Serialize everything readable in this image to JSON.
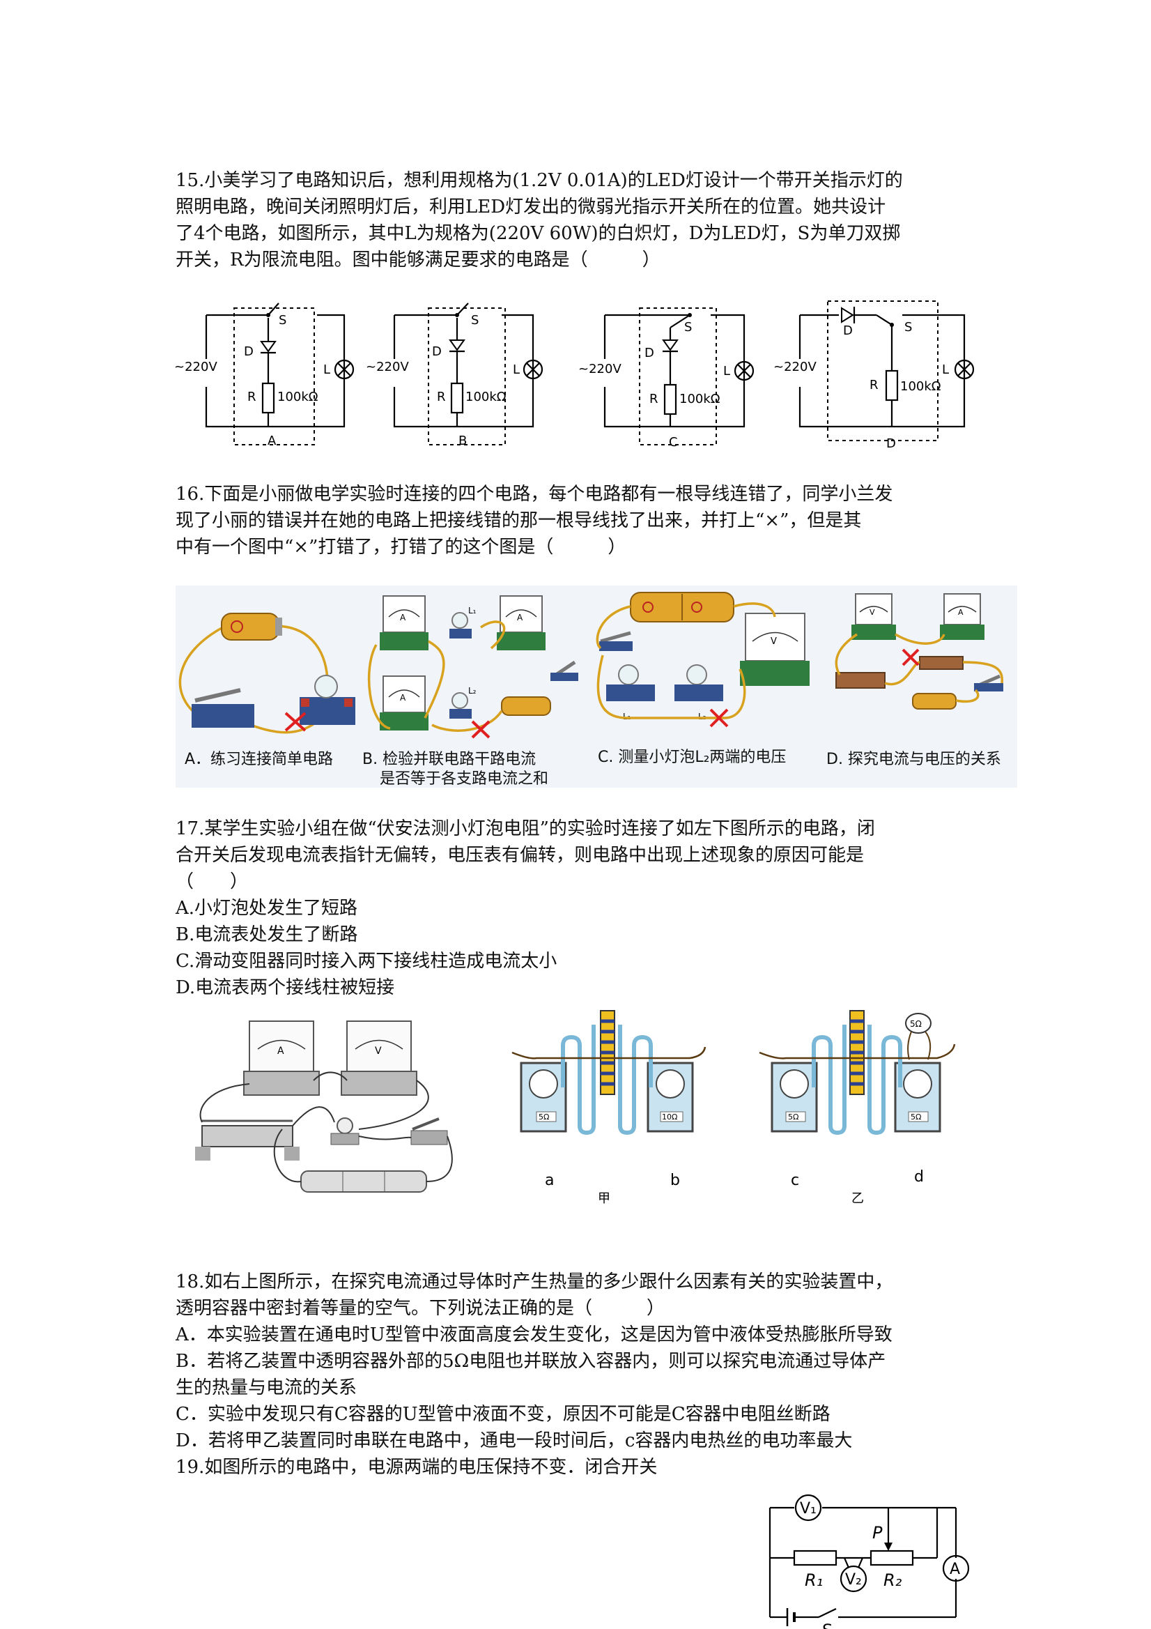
{
  "q15": {
    "lines": [
      "15.小美学习了电路知识后，想利用规格为(1.2V 0.01A)的LED灯设计一个带开关指示灯的",
      "照明电路，晚间关闭照明灯后，利用LED灯发出的微弱光指示开关所在的位置。她共设计",
      "了4个电路，如图所示，其中L为规格为(220V 60W)的白炽灯，D为LED灯，S为单刀双掷",
      "开关，R为限流电阻。图中能够满足要求的电路是（　　　）"
    ],
    "circuit_labels": {
      "source": "~220V",
      "switch": "S",
      "led": "D",
      "resistor": "R",
      "resistance": "100kΩ",
      "lamp": "L",
      "options": [
        "A",
        "B",
        "C",
        "D"
      ]
    }
  },
  "q16": {
    "lines": [
      "16.下面是小丽做电学实验时连接的四个电路，每个电路都有一根导线连错了，同学小兰发",
      "现了小丽的错误并在她的电路上把接线错的那一根导线找了出来，并打上“×”，但是其",
      "中有一个图中“×”打错了，打错了的这个图是（　　　）"
    ],
    "captions": [
      "A．练习连接简单电路",
      "B. 检验并联电路干路电流",
      "是否等于各支路电流之和",
      "C. 测量小灯泡L₂两端的电压",
      "D. 探究电流与电压的关系"
    ],
    "meter_labels": {
      "ammeter": "A",
      "voltmeter": "V",
      "lamp1": "L₁",
      "lamp2": "L₂"
    }
  },
  "q17": {
    "lines": [
      "17.某学生实验小组在做“伏安法测小灯泡电阻”的实验时连接了如左下图所示的电路，闭",
      "合开关后发现电流表指针无偏转，电压表有偏转，则电路中出现上述现象的原因可能是",
      "（　　）"
    ],
    "options": [
      "A.小灯泡处发生了短路",
      "B.电流表处发生了断路",
      "C.滑动变阻器同时接入两下接线柱造成电流太小",
      "D.电流表两个接线柱被短接"
    ]
  },
  "heat_figure": {
    "resistors": [
      "5Ω",
      "10Ω",
      "5Ω",
      "5Ω",
      "5Ω"
    ],
    "containers": [
      "a",
      "b",
      "c",
      "d"
    ],
    "setups": [
      "甲",
      "乙"
    ]
  },
  "q18": {
    "lines": [
      "18.如右上图所示，在探究电流通过导体时产生热量的多少跟什么因素有关的实验装置中，",
      "透明容器中密封着等量的空气。下列说法正确的是（　　　）"
    ],
    "options": [
      "A．本实验装置在通电时U型管中液面高度会发生变化，这是因为管中液体受热膨胀所导致",
      "B．若将乙装置中透明容器外部的5Ω电阻也并联放入容器内，则可以探究电流通过导体产",
      "生的热量与电流的关系",
      "C．实验中发现只有C容器的U型管中液面不变，原因不可能是C容器中电阻丝断路",
      "D．若将甲乙装置同时串联在电路中，通电一段时间后，c容器内电热丝的电功率最大"
    ]
  },
  "q19": {
    "lines": [
      "19.如图所示的电路中，电源两端的电压保持不变．闭合开关"
    ],
    "circuit_labels": {
      "v1": "V₁",
      "v2": "V₂",
      "ammeter": "A",
      "slider": "P",
      "r1": "R₁",
      "r2": "R₂",
      "switch": "S"
    }
  }
}
